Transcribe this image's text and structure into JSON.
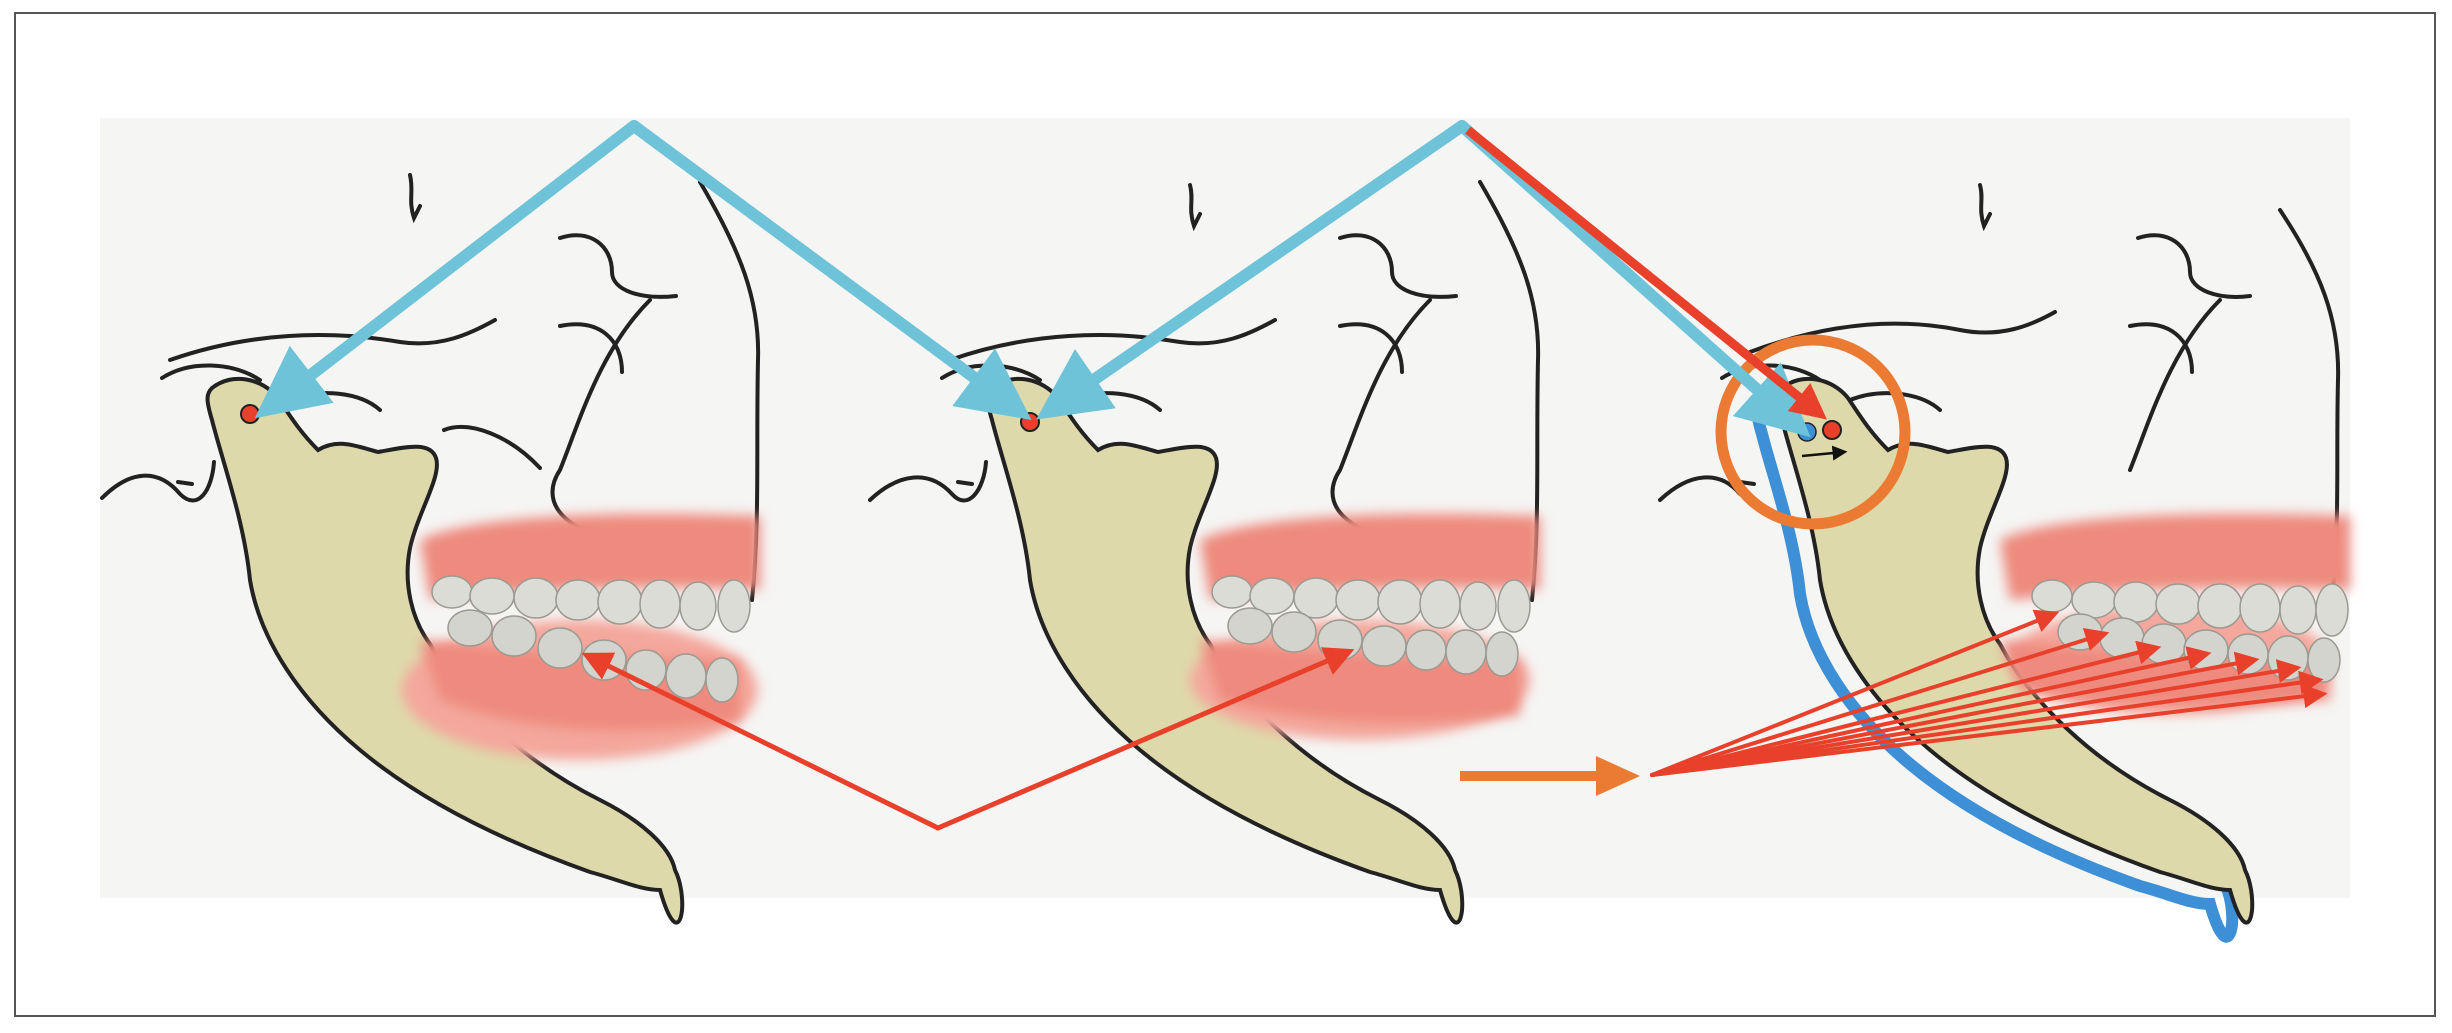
{
  "figure": {
    "panels": [
      {
        "id": "panel-1",
        "condyle_marker": "red-dot",
        "bite": "open"
      },
      {
        "id": "panel-2",
        "condyle_marker": "red-dot",
        "bite": "closed"
      },
      {
        "id": "panel-3",
        "condyle_marker": "red-and-blue-dots",
        "bite": "advanced",
        "highlight": "orange-circle"
      }
    ],
    "colors": {
      "frame": "#555555",
      "background_band": "#f3f3f3",
      "bone": "#ded9ab",
      "outline": "#222222",
      "light_blue_arrow": "#6ec3d8",
      "red_arrow": "#e8402b",
      "orange": "#eb7a32",
      "blue_outline": "#3d8fd6",
      "gum": "#ee8a7e",
      "lip": "#f4a79c",
      "tooth": "#d8d8d2"
    }
  }
}
